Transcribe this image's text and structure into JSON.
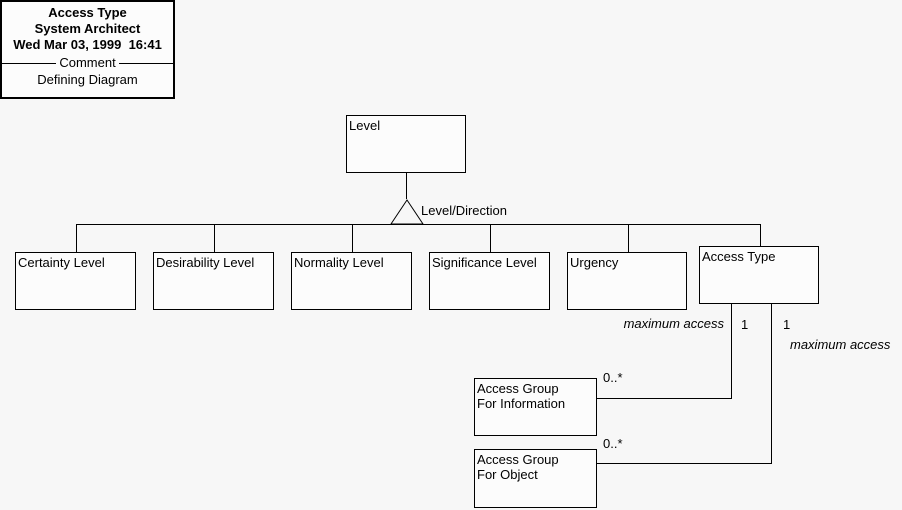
{
  "header": {
    "title": "Access Type",
    "app_name": "System Architect",
    "timestamp": "Wed Mar 03, 1999  16:41",
    "section_label": "Comment",
    "comment_text": "Defining Diagram"
  },
  "diagram": {
    "root_class": "Level",
    "generalization_label": "Level/Direction",
    "child_boxes": [
      {
        "label": "Certainty Level"
      },
      {
        "label": "Desirability Level"
      },
      {
        "label": "Normality Level"
      },
      {
        "label": "Significance Level"
      },
      {
        "label": "Urgency"
      },
      {
        "label": "Access Type"
      }
    ],
    "relations": [
      {
        "name": "maximum access",
        "source_cardinality": "1",
        "target_cardinality": "0..*",
        "target_label": "Access Group\nFor Information"
      },
      {
        "name": "maximum access",
        "source_cardinality": "1",
        "target_cardinality": "0..*",
        "target_label": "Access Group\nFor Object"
      }
    ]
  },
  "colors": {
    "background": "#f7f7f7",
    "box_fill": "#fcfcfc",
    "line": "#000000"
  }
}
